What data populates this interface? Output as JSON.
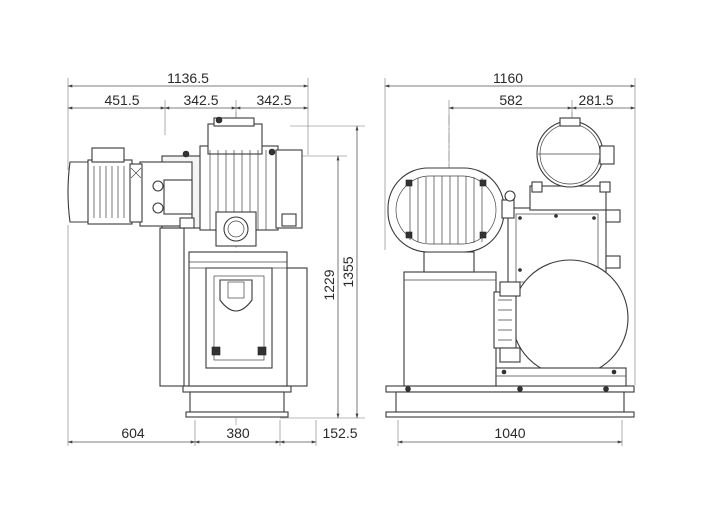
{
  "side_view": {
    "dims": {
      "overall_width": "1136.5",
      "top_left": "451.5",
      "top_mid": "342.5",
      "top_right": "342.5",
      "height_inner": "1229",
      "height_overall": "1355",
      "bottom_left": "604",
      "bottom_mid": "380",
      "bottom_right": "152.5"
    }
  },
  "front_view": {
    "dims": {
      "overall_width": "1160",
      "top_mid": "582",
      "top_right": "281.5",
      "bottom": "1040"
    }
  },
  "colors": {
    "line": "#3a3a3a",
    "dimension": "#555555",
    "background": "#ffffff"
  }
}
